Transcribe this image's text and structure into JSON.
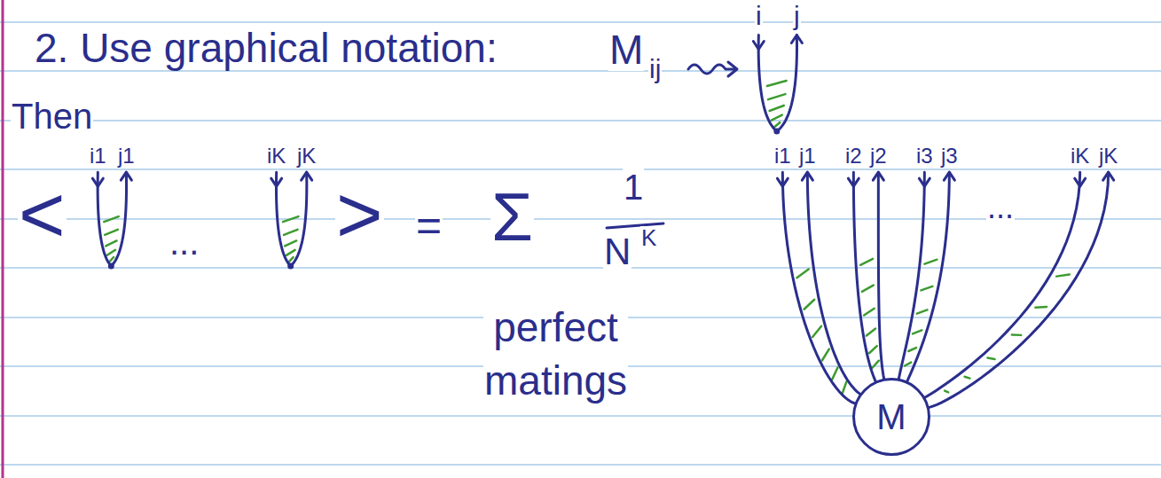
{
  "diagram": {
    "nodes": [
      {
        "text": [
          "M"
        ]
      }
    ],
    "labels": [
      "2. Use graphical notation:",
      "M",
      "ij",
      "i",
      "j",
      "Then",
      "i1",
      "j1",
      "iK",
      "jK",
      "<",
      "...",
      ">",
      "=",
      "Σ",
      "1",
      "N",
      "K",
      "perfect matings",
      "i1",
      "j1",
      "i2",
      "j2",
      "i3",
      "j3",
      "...",
      "iK",
      "jK"
    ]
  }
}
